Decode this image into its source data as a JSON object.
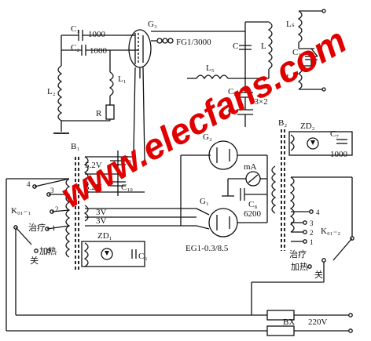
{
  "labels": {
    "c1_top": "C₁",
    "c1_top_val": "1000",
    "c2_top": "C₂",
    "c2_top_val": "1000",
    "g3": "G₃",
    "fg": "FG1/3000",
    "l2": "L₂",
    "l1": "L₁",
    "r": "R",
    "l5": "L₅",
    "c_cap": "C",
    "l_coil": "L",
    "c2b": "C₂",
    "c3b": "C₃",
    "cap_val": "33×2",
    "ls": "Lₛ",
    "c1r": "C₁",
    "l7": "L₇",
    "b1": "B₁",
    "v52a": "5.2V",
    "c9": "C₉",
    "v52b": "5.2V",
    "c10": "C₁₀",
    "g2": "G₂",
    "b2": "B₂",
    "zd2": "ZD₂",
    "c7": "C₇",
    "c7_val": "1000",
    "ma": "mA",
    "g1": "G₁",
    "c8": "C₈",
    "c8_val": "6200",
    "v3a": "3V",
    "v3b": "3V",
    "zd1": "ZD₁",
    "c6": "C₆",
    "eg": "EG1-0.3/8.5",
    "k_left": "K₀₁₋₁",
    "sw_l_4": "4",
    "sw_l_3": "3",
    "sw_l_2": "2",
    "sw_l_1": "1",
    "therapy_l": "治疗",
    "heat_l": "加热",
    "off_l": "关",
    "k_right": "K₀₁₋₂",
    "sw_r_4": "4",
    "sw_r_3": "3",
    "sw_r_2": "2",
    "sw_r_1": "1",
    "therapy_r": "治疗",
    "heat_r": "加热",
    "off_r": "关",
    "bx": "BX",
    "v220": "220V"
  },
  "watermark": "www.elecfans.com",
  "colors": {
    "ink": "#111111",
    "watermark": "#e00000"
  }
}
